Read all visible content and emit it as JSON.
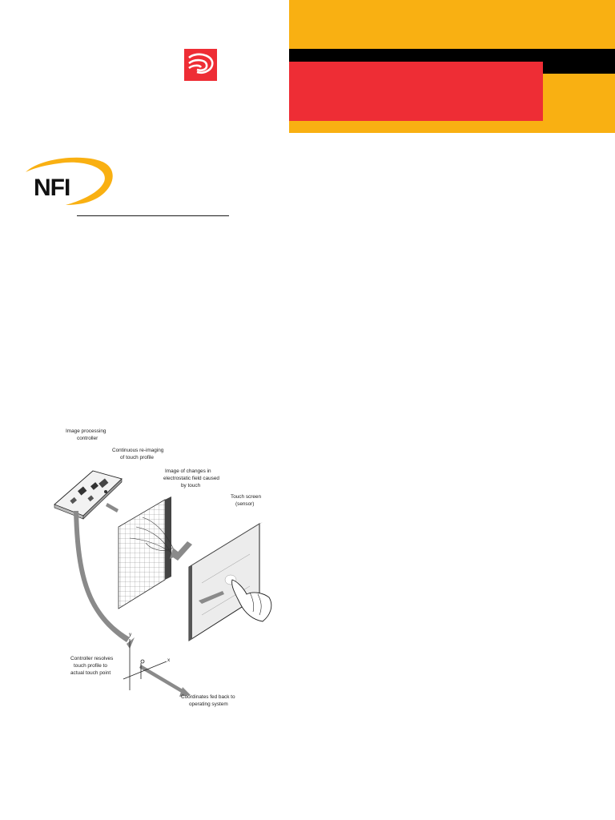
{
  "colors": {
    "yellow": "#F9B012",
    "black": "#000000",
    "red": "#EE2D35",
    "logo_text": "#111111"
  },
  "brand": {
    "icon": "swirl-logo-icon",
    "logo_text": "NFI"
  },
  "diagram": {
    "labels": {
      "controller_l1": "Image processing",
      "controller_l2": "controller",
      "reimaging_l1": "Continuous re-imaging",
      "reimaging_l2": "of touch profile",
      "image_l1": "Image of changes in",
      "image_l2": "electrostatic field caused",
      "image_l3": "by touch",
      "screen_l1": "Touch screen",
      "screen_l2": "(sensor)",
      "resolve_l1": "Controller resolves",
      "resolve_l2": "touch profile to",
      "resolve_l3": "actual touch point",
      "coords_l1": "Coordinates fed back to",
      "coords_l2": "operating system",
      "axis_x": "x",
      "axis_y": "y"
    }
  }
}
